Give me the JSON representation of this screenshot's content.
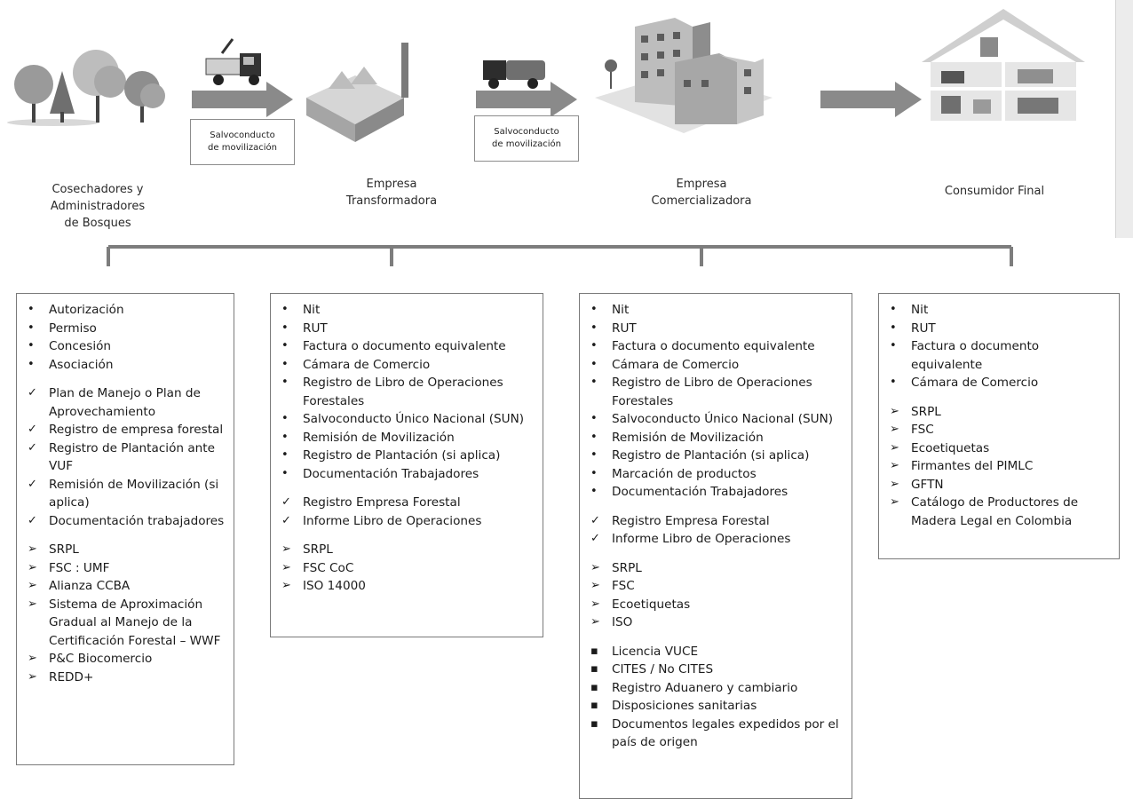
{
  "stages": [
    {
      "id": "forest",
      "lines": [
        "Cosechadores y",
        "Administradores",
        "de Bosques"
      ]
    },
    {
      "id": "transform",
      "lines": [
        "Empresa",
        "Transformadora"
      ]
    },
    {
      "id": "commerce",
      "lines": [
        "Empresa",
        "Comercializadora"
      ]
    },
    {
      "id": "consumer",
      "lines": [
        "Consumidor Final"
      ]
    }
  ],
  "salvoconducto": [
    "Salvoconducto",
    "de movilización"
  ],
  "boxes": [
    {
      "id": "forest",
      "items": [
        {
          "m": "bullet",
          "t": "Autorización"
        },
        {
          "m": "bullet",
          "t": "Permiso"
        },
        {
          "m": "bullet",
          "t": "Concesión"
        },
        {
          "m": "bullet",
          "t": "Asociación"
        },
        {
          "m": "gap",
          "t": ""
        },
        {
          "m": "check",
          "t": "Plan de Manejo o Plan de Aprovechamiento"
        },
        {
          "m": "check",
          "t": "Registro de empresa forestal"
        },
        {
          "m": "check",
          "t": "Registro de Plantación ante VUF"
        },
        {
          "m": "check",
          "t": "Remisión de Movilización (si aplica)"
        },
        {
          "m": "check",
          "t": "Documentación trabajadores"
        },
        {
          "m": "gap",
          "t": ""
        },
        {
          "m": "arrow",
          "t": "SRPL"
        },
        {
          "m": "arrow",
          "t": "FSC : UMF"
        },
        {
          "m": "arrow",
          "t": "Alianza CCBA"
        },
        {
          "m": "arrow",
          "t": "Sistema de Aproximación Gradual al Manejo de la Certificación Forestal – WWF"
        },
        {
          "m": "arrow",
          "t": "P&C Biocomercio"
        },
        {
          "m": "arrow",
          "t": "REDD+"
        }
      ]
    },
    {
      "id": "transform",
      "items": [
        {
          "m": "bullet",
          "t": "Nit"
        },
        {
          "m": "bullet",
          "t": "RUT"
        },
        {
          "m": "bullet",
          "t": "Factura o documento equivalente"
        },
        {
          "m": "bullet",
          "t": "Cámara de Comercio"
        },
        {
          "m": "bullet",
          "t": "Registro de Libro de Operaciones Forestales"
        },
        {
          "m": "bullet",
          "t": "Salvoconducto Único Nacional (SUN)"
        },
        {
          "m": "bullet",
          "t": "Remisión de Movilización"
        },
        {
          "m": "bullet",
          "t": "Registro de Plantación (si aplica)"
        },
        {
          "m": "bullet",
          "t": "Documentación Trabajadores"
        },
        {
          "m": "gap",
          "t": ""
        },
        {
          "m": "check",
          "t": "Registro Empresa Forestal"
        },
        {
          "m": "check",
          "t": "Informe Libro de Operaciones"
        },
        {
          "m": "gap",
          "t": ""
        },
        {
          "m": "arrow",
          "t": "SRPL"
        },
        {
          "m": "arrow",
          "t": "FSC CoC"
        },
        {
          "m": "arrow",
          "t": "ISO 14000"
        }
      ]
    },
    {
      "id": "commerce",
      "items": [
        {
          "m": "bullet",
          "t": "Nit"
        },
        {
          "m": "bullet",
          "t": "RUT"
        },
        {
          "m": "bullet",
          "t": "Factura o documento equivalente"
        },
        {
          "m": "bullet",
          "t": "Cámara de Comercio"
        },
        {
          "m": "bullet",
          "t": "Registro de Libro de Operaciones Forestales"
        },
        {
          "m": "bullet",
          "t": "Salvoconducto Único Nacional (SUN)"
        },
        {
          "m": "bullet",
          "t": "Remisión de Movilización"
        },
        {
          "m": "bullet",
          "t": "Registro de Plantación (si aplica)"
        },
        {
          "m": "bullet",
          "t": "Marcación de productos"
        },
        {
          "m": "bullet",
          "t": "Documentación Trabajadores"
        },
        {
          "m": "gap",
          "t": ""
        },
        {
          "m": "check",
          "t": "Registro Empresa Forestal"
        },
        {
          "m": "check",
          "t": "Informe Libro de Operaciones"
        },
        {
          "m": "gap",
          "t": ""
        },
        {
          "m": "arrow",
          "t": "SRPL"
        },
        {
          "m": "arrow",
          "t": "FSC"
        },
        {
          "m": "arrow",
          "t": "Ecoetiquetas"
        },
        {
          "m": "arrow",
          "t": "ISO"
        },
        {
          "m": "gap",
          "t": ""
        },
        {
          "m": "square",
          "t": "Licencia VUCE"
        },
        {
          "m": "square",
          "t": "CITES / No CITES"
        },
        {
          "m": "square",
          "t": "Registro Aduanero y cambiario"
        },
        {
          "m": "square",
          "t": "Disposiciones sanitarias"
        },
        {
          "m": "square",
          "t": "Documentos legales expedidos por el país de origen"
        }
      ]
    },
    {
      "id": "consumer",
      "items": [
        {
          "m": "bullet",
          "t": "Nit"
        },
        {
          "m": "bullet",
          "t": "RUT"
        },
        {
          "m": "bullet",
          "t": "Factura o documento equivalente"
        },
        {
          "m": "bullet",
          "t": "Cámara de Comercio"
        },
        {
          "m": "gap",
          "t": ""
        },
        {
          "m": "arrow",
          "t": "SRPL"
        },
        {
          "m": "arrow",
          "t": "FSC"
        },
        {
          "m": "arrow",
          "t": "Ecoetiquetas"
        },
        {
          "m": "arrow",
          "t": "Firmantes del PIMLC"
        },
        {
          "m": "arrow",
          "t": "GFTN"
        },
        {
          "m": "arrow",
          "t": "Catálogo de Productores de Madera Legal en Colombia"
        }
      ]
    }
  ],
  "markers": {
    "bullet": "•",
    "check": "✓",
    "arrow": "➢",
    "square": "▪"
  },
  "colors": {
    "arrow": "#8a8a8a",
    "line": "#7d7d7d",
    "box_border": "#7a7a7a"
  }
}
